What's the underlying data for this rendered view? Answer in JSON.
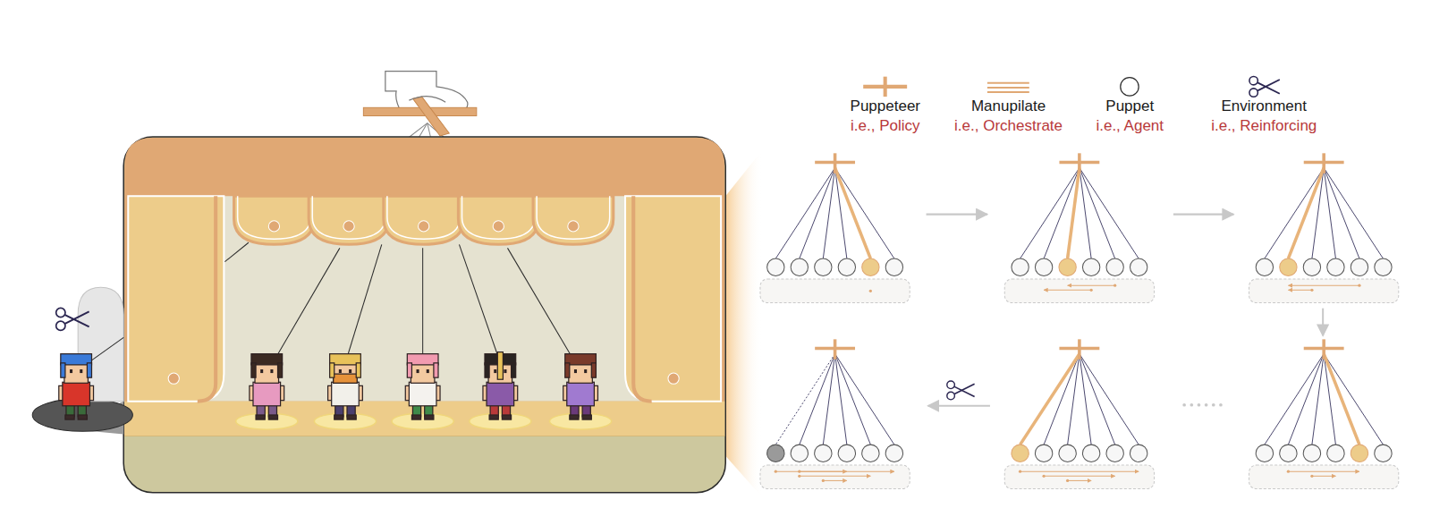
{
  "diagram": {
    "labels": [
      "i.e., Policy",
      "i.e., Orchestrate",
      "i.e., Agent",
      "i.e., Reinforcing"
    ],
    "legend": [
      {
        "text": "Puppeteer"
      },
      {
        "text": "Manupilate"
      },
      {
        "text": "Puppet"
      },
      {
        "text": "Environment"
      }
    ]
  }
}
